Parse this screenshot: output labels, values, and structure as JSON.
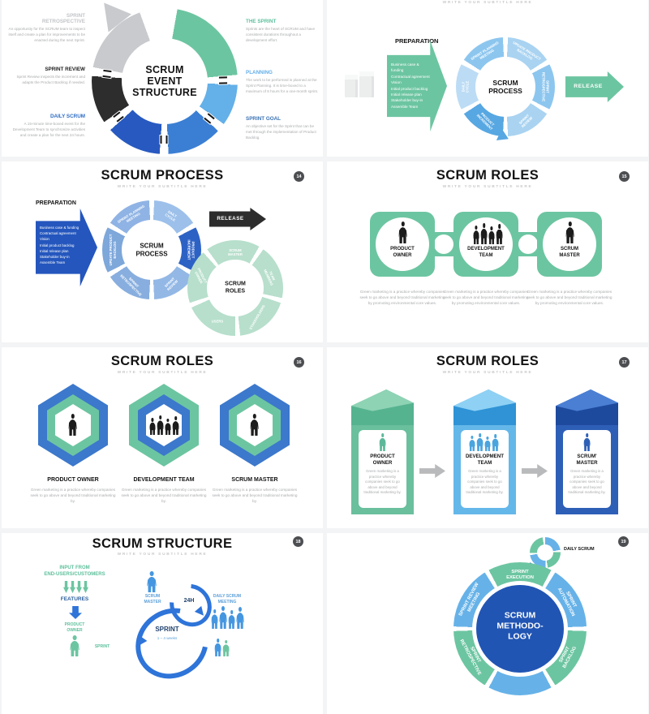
{
  "page": {
    "background": "#f3f4f5"
  },
  "colors": {
    "green": "#6cc5a1",
    "pale_green": "#b7dfcc",
    "light_blue": "#66b2e8",
    "pale_blue": "#a9d3f1",
    "blue": "#3b7fd4",
    "dark_blue": "#2456bd",
    "navy_text": "#2b5f9e",
    "black": "#2d2d2d",
    "gray": "#c8cacd",
    "badge_gray": "#4c4e51"
  },
  "slides": {
    "event": {
      "center": "SCRUM\nEVENT\nSTRUCTURE",
      "left": [
        {
          "label": "SPRINT\nRETROSPECTIVE",
          "desc": "An opportunity for the SCRUM team to inspect itself and create a plan for improvements to be enacted during the next Sprint."
        },
        {
          "label": "SPRINT REVIEW",
          "desc": "Sprint Review inspects the increment and adapts the Product Backlog if needed."
        },
        {
          "label": "DAILY SCRUM",
          "desc": "A 15-minute time-boxed event for the Development Team to synchronize activities and create a plan for the next 24 hours."
        }
      ],
      "right": [
        {
          "label": "THE SPRINT",
          "desc": "Sprints are the heart of SCRUM and have consistent durations throughout a development effort."
        },
        {
          "label": "PLANNING",
          "desc": "The work to be performed is planned at the Sprint Planning. It is time-boxed to a maximum of 8 hours for a one-month sprint."
        },
        {
          "label": "SPRINT GOAL",
          "desc": "An objective set for the Sprint that can be met through the implementation of Product Backlog."
        }
      ]
    },
    "process_top": {
      "subtitle": "WRITE YOUR SUBTITLE HERE",
      "preparation": "PREPARATION",
      "prep_items": "Business case & funding\nContractual agreement\nVision\nInitial product backlog\nInitial release plan\nStakeholder buy-in\nAssemble Team",
      "center": "SCRUM\nPROCESS",
      "release": "RELEASE",
      "ring": {
        "planning_meeting": "SPRINT PLANNING\nMEETING",
        "update_backlog": "UPDATE PRODUCT\nBACKLOG",
        "retrospective": "SPRINT\nRETROSPECTIVE",
        "review": "SPRINT\nREVIEW",
        "increment": "PRODUCT\nINCREMENT",
        "daily_cycle": "DAILY\nCYCLE"
      }
    },
    "process": {
      "title": "SCRUM PROCESS",
      "subtitle": "WRITE YOUR SUBTITLE HERE",
      "page_num": "14",
      "preparation": "PREPARATION",
      "prep_items": "Business case & funding\nContractual agreement\nVision\nInitial product backlog\nInitial release plan\nStakeholder buy-in\nAssemble Team",
      "center": "SCRUM\nPROCESS",
      "release": "RELEASE",
      "ring": {
        "planning_meeting": "SPRINT PLANNING\nMEETING",
        "daily_cycle": "DAILY\nCYCLE",
        "increment": "PRODUCT\nINCREMENT",
        "review": "SPRINT\nREVIEW",
        "retrospective": "SPRINT\nRETROSPECTIVE",
        "update_backlog": "UPDATE PRODUCT\nBACKLOG"
      },
      "roles": {
        "center": "SCRUM\nROLES",
        "master": "SCRUM\nMASTER",
        "team": "TEAM\nMEMBERS",
        "stakeholders": "STAKEHOLDERS",
        "users": "USERS",
        "owner": "PRODUCT\nOWNER"
      }
    },
    "roles_circles": {
      "title": "SCRUM ROLES",
      "subtitle": "WRITE YOUR SUBTITLE HERE",
      "page_num": "15",
      "items": [
        {
          "label": "PRODUCT\nOWNER",
          "desc": "Green marketing is a practice whereby companies seek to go above and beyond traditional marketing by promoting environmental core values."
        },
        {
          "label": "DEVELOPMENT\nTEAM",
          "desc": "Green marketing is a practice whereby companies seek to go above and beyond traditional marketing by promoting environmental core values."
        },
        {
          "label": "SCRUM\nMASTER",
          "desc": "Green marketing is a practice whereby companies seek to go above and beyond traditional marketing by promoting environmental core values."
        }
      ]
    },
    "roles_hex": {
      "title": "SCRUM ROLES",
      "subtitle": "WRITE YOUR SUBTITLE HERE",
      "page_num": "16",
      "items": [
        {
          "label": "PRODUCT OWNER",
          "desc": "Green marketing is a practice whereby companies seek to go above and beyond traditional marketing by."
        },
        {
          "label": "DEVELOPMENT TEAM",
          "desc": "Green marketing is a practice whereby companies seek to go above and beyond traditional marketing by."
        },
        {
          "label": "SCRUM MASTER",
          "desc": "Green marketing is a practice whereby companies seek to go above and beyond traditional marketing by."
        }
      ]
    },
    "roles_boxes": {
      "title": "SCRUM ROLES",
      "subtitle": "WRITE YOUR SUBTITLE HERE",
      "page_num": "17",
      "items": [
        {
          "label": "PRODUCT\nOWNER",
          "desc": "Green marketing is a practice whereby companies seek to go above and beyond traditional marketing by."
        },
        {
          "label": "DEVELOPMENT\nTEAM",
          "desc": "Green marketing is a practice whereby companies seek to go above and beyond traditional marketing by."
        },
        {
          "label": "SCRUM'\nMASTER",
          "desc": "Green marketing is a practice whereby companies seek to go above and beyond traditional marketing by."
        }
      ]
    },
    "structure": {
      "title": "SCRUM STRUCTURE",
      "subtitle": "WRITE YOUR SUBTITLE HERE",
      "page_num": "18",
      "input": "INPUT FROM\nEND-USERS/CUSTOMERS",
      "features": "FEATURES",
      "product_owner": "PRODUCT\nOWNER",
      "sprint_side": "SPRINT",
      "scrum_master": "SCRUM\nMASTER",
      "h24": "24H",
      "daily_meeting": "DAILY SCRUM\nMEETING",
      "sprint": "SPRINT",
      "weeks": "1 – 4 weeks"
    },
    "methodology": {
      "page_num": "19",
      "daily_scrum": "DAILY SCRUM",
      "center": "SCRUM\nMETHODO-\nLOGY",
      "execution": "SPRINT\nEXECUTION",
      "automation": "SPRINT\nAUTOMATION",
      "backlog": "SPRINT\nBACKLOG",
      "review_meeting": "SPRINT REVIEW\nMEETING",
      "retrospective": "SPRINT\nRETROSPECTIVE"
    }
  }
}
